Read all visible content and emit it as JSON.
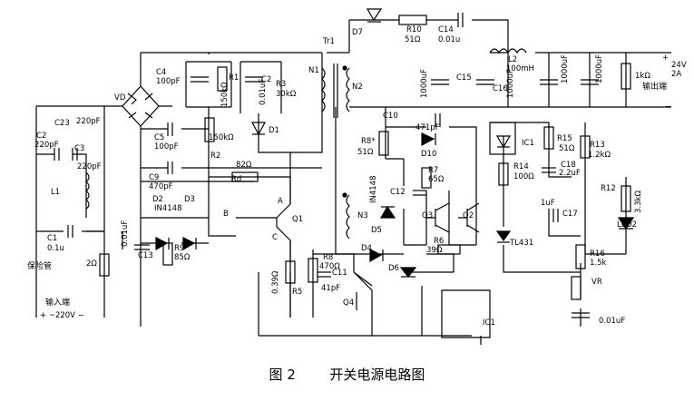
{
  "caption": {
    "figure": "图 2",
    "title": "开关电源电路图"
  },
  "labels": {
    "D7": "D7",
    "R10": "R10",
    "R10v": "51Ω",
    "C14": "C14",
    "C14v": "0.01u",
    "Tr1": "Tr1",
    "N1": "N1",
    "N2": "N2",
    "C4": "C4",
    "C4v": "100pF",
    "R1": "R1",
    "R1v": "150kΩ",
    "C2x": "C2",
    "C2xv": "0.01uF",
    "R3": "R3",
    "R3v": "30kΩ",
    "D1": "D1",
    "VD": "VD",
    "C23": "C23",
    "C23v": "220pF",
    "C2": "C2",
    "C2v": "220pF",
    "C3": "C3",
    "C3v": "220pF",
    "L1": "L1",
    "C5": "C5",
    "C5v": "100pF",
    "R150": "150kΩ",
    "R2": "R2",
    "R82": "82Ω",
    "Rd": "Rd",
    "C9": "C9",
    "C9v": "470pF",
    "D2": "D2",
    "D3": "D3",
    "IN4148a": "IN4148",
    "B": "B",
    "A": "A",
    "Q1": "Q1",
    "C": "C",
    "C10": "C10",
    "C10v": "471pF",
    "R8s": "R8*",
    "R8sv": "51Ω",
    "D10": "D10",
    "R7": "R7",
    "R7v": "65Ω",
    "C12": "C12",
    "IN4148b": "IN4148",
    "N3": "N3",
    "D5": "D5",
    "Q3": "Q3",
    "Q2": "Q2",
    "D4": "D4",
    "R6": "R6",
    "R6v": "39Ω",
    "D6": "D6",
    "C1": "C1",
    "C1v": "0.1u",
    "fuse": "保险管",
    "R2ohm": "2Ω",
    "C13": "C13",
    "R9": "R9",
    "R9v": "85Ω",
    "C0": "0.01uF",
    "R8": "R8",
    "R8v": "470Ω",
    "C11": "C11",
    "C11v": "41pF",
    "R5v": "0.39Ω",
    "R5": "R5",
    "Q4": "Q4",
    "IC1b": "IC1",
    "input_label": "输入端",
    "input_value": "+ ~220V  −",
    "C15": "C15",
    "C15v": "1000uF",
    "C16": "C16",
    "C16v": "1000uF",
    "L2": "L2",
    "L2v": "100mH",
    "C1k": "1000uF",
    "C1k2": "1000uF",
    "R1k": "1kΩ",
    "out_plus": "+",
    "out_v": "24V",
    "out_a": "2A",
    "out_label": "输出端",
    "out_minus": "−",
    "IC1": "IC1",
    "R15": "R15",
    "R15v": "51Ω",
    "R13": "R13",
    "R13v": "1.2kΩ",
    "R14": "R14",
    "R14v": "100Ω",
    "C18": "C18",
    "C18v": "2.2uF",
    "R12": "R12",
    "R12v": "3.3kΩ",
    "C17v": "1uF",
    "C17": "C17",
    "LED2": "LED2",
    "TL431": "TL431",
    "R16": "R16",
    "R16v": "1.5k",
    "VR": "VR",
    "C001": "0.01uF"
  }
}
